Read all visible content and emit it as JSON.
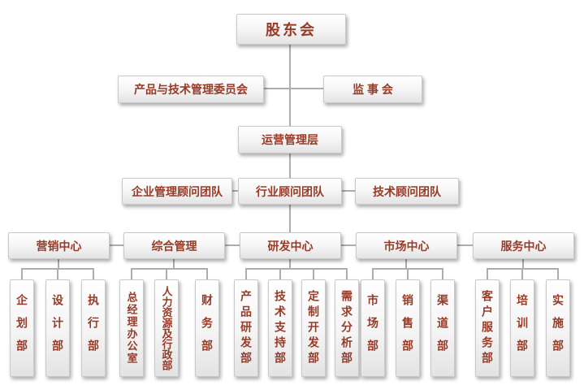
{
  "colors": {
    "text_accent": "#993a26",
    "connector_line": "#adadad",
    "box_top": "#ffffff",
    "box_bottom": "#e3e3e3"
  },
  "org": {
    "shareholders": "股东会",
    "committee": "产品与技术管理委员会",
    "supervisory": "监 事 会",
    "operations": "运营管理层",
    "advisors": [
      "企业管理顾问团队",
      "行业顾问团队",
      "技术顾问团队"
    ],
    "centers": [
      {
        "label": "营销中心",
        "departments": [
          "企划部",
          "设计部",
          "执行部"
        ]
      },
      {
        "label": "综合管理",
        "departments": [
          "总经理办公室",
          "人力资源及行政部",
          "财务部"
        ]
      },
      {
        "label": "研发中心",
        "departments": [
          "产品研发部",
          "技术支持部",
          "定制开发部",
          "需求分析部"
        ]
      },
      {
        "label": "市场中心",
        "departments": [
          "市场部",
          "销售部",
          "渠道部"
        ]
      },
      {
        "label": "服务中心",
        "departments": [
          "客户服务部",
          "培训部",
          "实施部"
        ]
      }
    ]
  }
}
